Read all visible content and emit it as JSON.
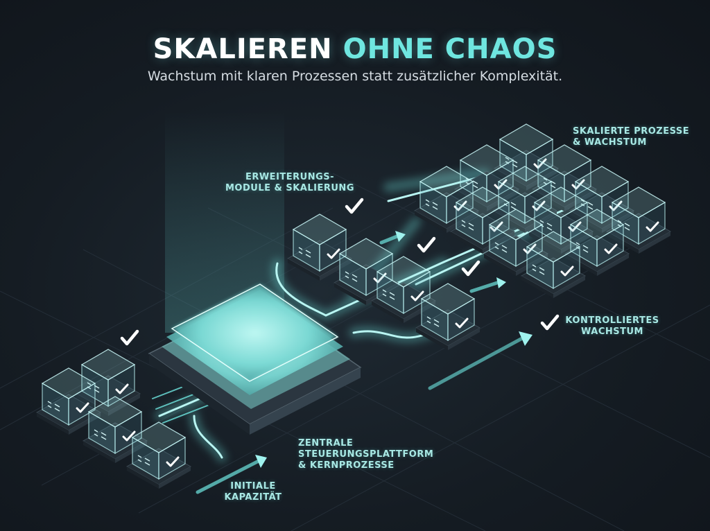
{
  "title": {
    "part1": "SKALIEREN",
    "part2": "OHNE CHAOS"
  },
  "subtitle": "Wachstum mit klaren Prozessen statt zusätzlicher Komplexität.",
  "labels": {
    "expansion": {
      "line1": "ERWEITERUNGS-",
      "line2": "MODULE & SKALIERUNG"
    },
    "scaled": {
      "line1": "SKALIERTE PROZESSE",
      "line2": "& WACHSTUM"
    },
    "controlled": {
      "line1": "KONTROLLIERTES",
      "line2": "WACHSTUM"
    },
    "platform": {
      "line1": "ZENTRALE",
      "line2": "STEUERUNGSPLATTFORM",
      "line3": "& KERNPROZESSE"
    },
    "initial": {
      "line1": "INITIALE",
      "line2": "KAPAZITÄT"
    }
  },
  "colors": {
    "accent": "#6fe6e0",
    "background": "#151c23",
    "label": "#a8e8e4",
    "check": "#ffffff"
  },
  "icons": [
    "check-icon",
    "arrow-icon",
    "database-icon",
    "list-icon",
    "gear-icon"
  ]
}
